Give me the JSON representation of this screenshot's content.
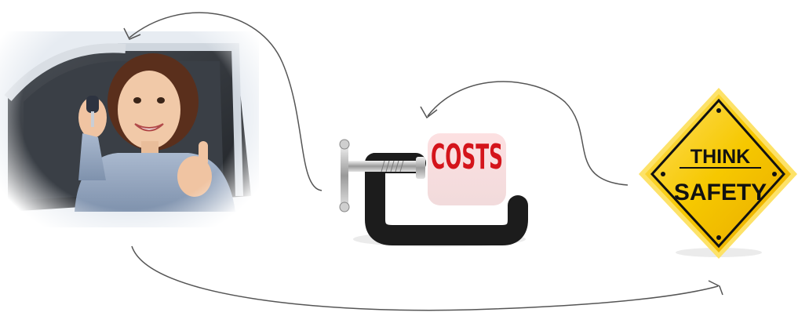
{
  "clamp_label": "COSTS",
  "sign": {
    "line1": "THINK",
    "line2": "SAFETY",
    "colors": {
      "fill": "#f6c800",
      "border": "#111111",
      "edge": "#fde268"
    }
  },
  "photo": {
    "subject": "smiling woman in car holding key, thumbs up"
  },
  "colors": {
    "arrow": "#555555",
    "costs_red": "#d4141b",
    "clamp_black": "#1c1c1c"
  }
}
